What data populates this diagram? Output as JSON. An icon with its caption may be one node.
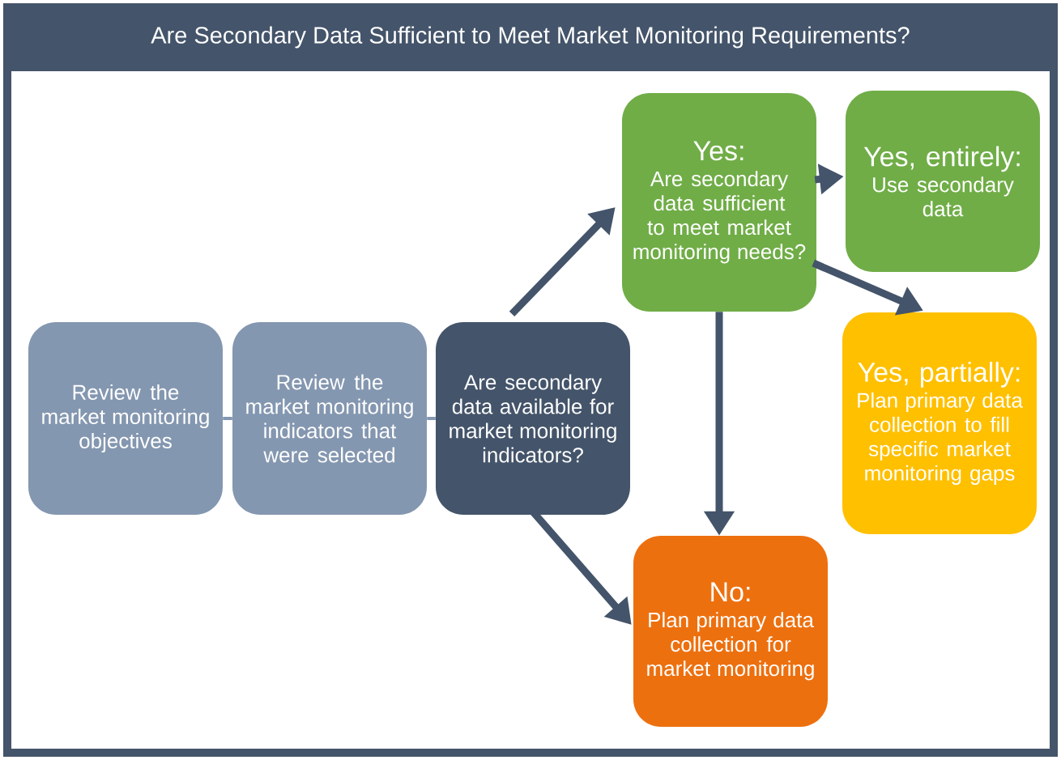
{
  "diagram": {
    "title": "Are Secondary Data Sufficient to Meet Market Monitoring Requirements?",
    "nodes": [
      {
        "text": [
          "Review the market monitoring objectives"
        ]
      },
      {
        "text": [
          "Review the market monitoring indicators that were selected"
        ]
      },
      {
        "text": [
          "Are secondary data available for market monitoring indicators?"
        ]
      },
      {
        "text": [
          "Yes:",
          "Are secondary data sufficient to meet market monitoring needs?"
        ]
      },
      {
        "text": [
          "Yes, entirely:",
          "Use secondary data"
        ]
      },
      {
        "text": [
          "Yes, partially:",
          "Plan primary data collection to fill specific market monitoring gaps"
        ]
      },
      {
        "text": [
          "No:",
          "Plan primary data collection for market monitoring"
        ]
      }
    ],
    "edges": [
      {
        "from": 0,
        "to": 1,
        "arrow": "none",
        "color": "#8497b0"
      },
      {
        "from": 1,
        "to": 2,
        "arrow": "none",
        "color": "#8497b0"
      },
      {
        "from": 2,
        "to": 3,
        "arrow": "to"
      },
      {
        "from": 2,
        "to": 6,
        "arrow": "to"
      },
      {
        "from": 3,
        "to": 4,
        "arrow": "to"
      },
      {
        "from": 3,
        "to": 5,
        "arrow": "to"
      },
      {
        "from": 3,
        "to": 6,
        "arrow": "to"
      }
    ]
  }
}
